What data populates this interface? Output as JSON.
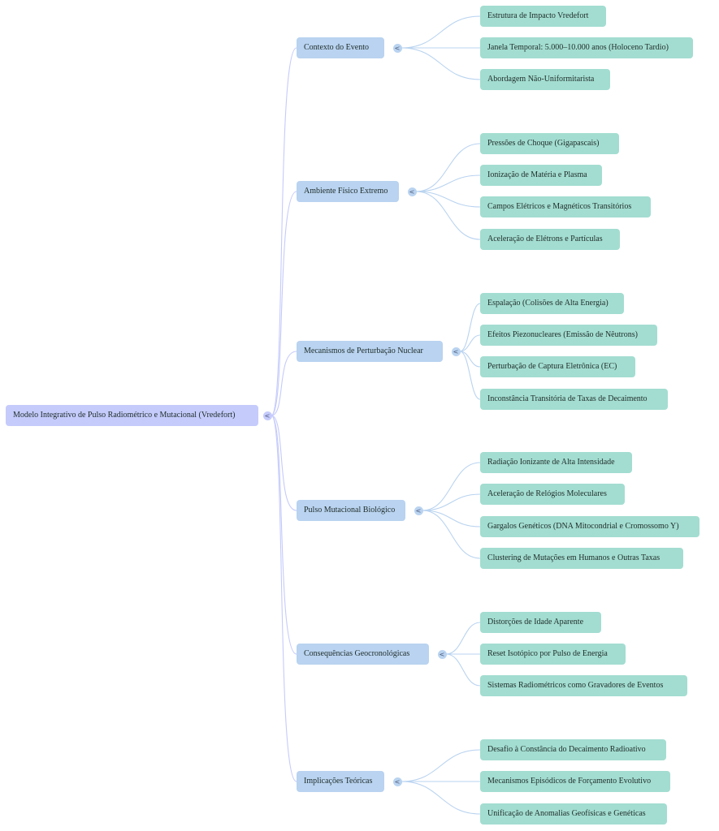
{
  "mindmap": {
    "root": {
      "label": "Modelo Integrativo de Pulso Radiométrico e Mutacional (Vredefort)",
      "toggle_icon": "<"
    },
    "branches": [
      {
        "label": "Contexto do Evento",
        "toggle_icon": "<",
        "children": [
          "Estrutura de Impacto Vredefort",
          "Janela Temporal: 5.000–10.000 anos (Holoceno Tardio)",
          "Abordagem Não-Uniformitarista"
        ]
      },
      {
        "label": "Ambiente Físico Extremo",
        "toggle_icon": "<",
        "children": [
          "Pressões de Choque (Gigapascais)",
          "Ionização de Matéria e Plasma",
          "Campos Elétricos e Magnéticos Transitórios",
          "Aceleração de Elétrons e Partículas"
        ]
      },
      {
        "label": "Mecanismos de Perturbação Nuclear",
        "toggle_icon": "<",
        "children": [
          "Espalação (Colisões de Alta Energia)",
          "Efeitos Piezonucleares (Emissão de Nêutrons)",
          "Perturbação de Captura Eletrônica (EC)",
          "Inconstância Transitória de Taxas de Decaimento"
        ]
      },
      {
        "label": "Pulso Mutacional Biológico",
        "toggle_icon": "<",
        "children": [
          "Radiação Ionizante de Alta Intensidade",
          "Aceleração de Relógios Moleculares",
          "Gargalos Genéticos (DNA Mitocondrial e Cromossomo Y)",
          "Clustering de Mutações em Humanos e Outras Taxas"
        ]
      },
      {
        "label": "Consequências Geocronológicas",
        "toggle_icon": "<",
        "children": [
          "Distorções de Idade Aparente",
          "Reset Isotópico por Pulso de Energia",
          "Sistemas Radiométricos como Gravadores de Eventos"
        ]
      },
      {
        "label": "Implicações Teóricas",
        "toggle_icon": "<",
        "children": [
          "Desafio à Constância do Decaimento Radioativo",
          "Mecanismos Episódicos de Forçamento Evolutivo",
          "Unificação de Anomalias Geofísicas e Genéticas"
        ]
      }
    ],
    "colors": {
      "root_fill": "#c5cbfb",
      "branch_fill": "#b9d3f0",
      "leaf_fill": "#a3ddd1",
      "root_link": "#c5cbfb",
      "branch_link": "#b9d3f0"
    }
  }
}
